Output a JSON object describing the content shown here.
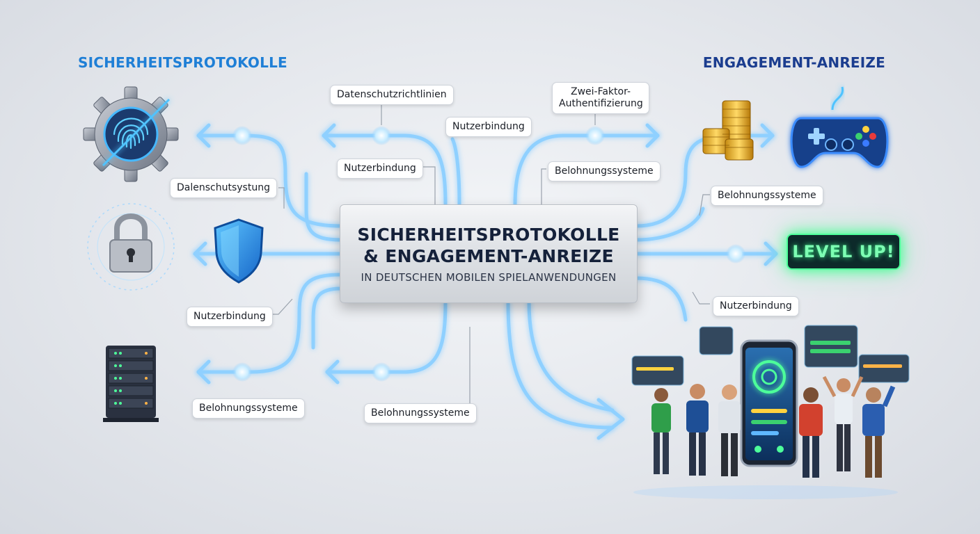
{
  "headings": {
    "left": "SICHERHEITSPROTOKOLLE",
    "right": "ENGAGEMENT-ANREIZE"
  },
  "center": {
    "line1": "SICHERHEITSPROTOKOLLE",
    "line2": "& ENGAGEMENT-ANREIZE",
    "subtitle": "IN DEUTSCHEN MOBILEN SPIELANWENDUNGEN"
  },
  "labels": {
    "datenschutzrichtlinien": "Datenschutzrichtlinien",
    "zwei_faktor": "Zwei-Faktor-Authentifizierung",
    "nutzerbindung_top": "Nutzerbindung",
    "nutzerbindung_upper_left": "Nutzerbindung",
    "belohnungssysteme_top_right": "Belohnungssysteme",
    "dalenschutsystung": "Dalenschutsystung",
    "belohnungssysteme_right": "Belohnungssysteme",
    "nutzerbindung_left": "Nutzerbindung",
    "nutzerbindung_right": "Nutzerbindung",
    "belohnungssysteme_left": "Belohnungssysteme",
    "belohnungssysteme_bottom": "Belohnungssysteme"
  },
  "badge": {
    "level_up": "LEVEL UP!"
  },
  "icons": [
    "fingerprint-gear-icon",
    "padlock-icon",
    "shield-icon",
    "server-rack-icon",
    "coin-stack-icon",
    "gamepad-icon",
    "smartphone-icon",
    "people-group-icon"
  ],
  "colors": {
    "flow": "#8fd0ff",
    "left_heading": "#1f7fd6",
    "right_heading": "#1b3d8f",
    "level_up": "#3dff8e"
  }
}
